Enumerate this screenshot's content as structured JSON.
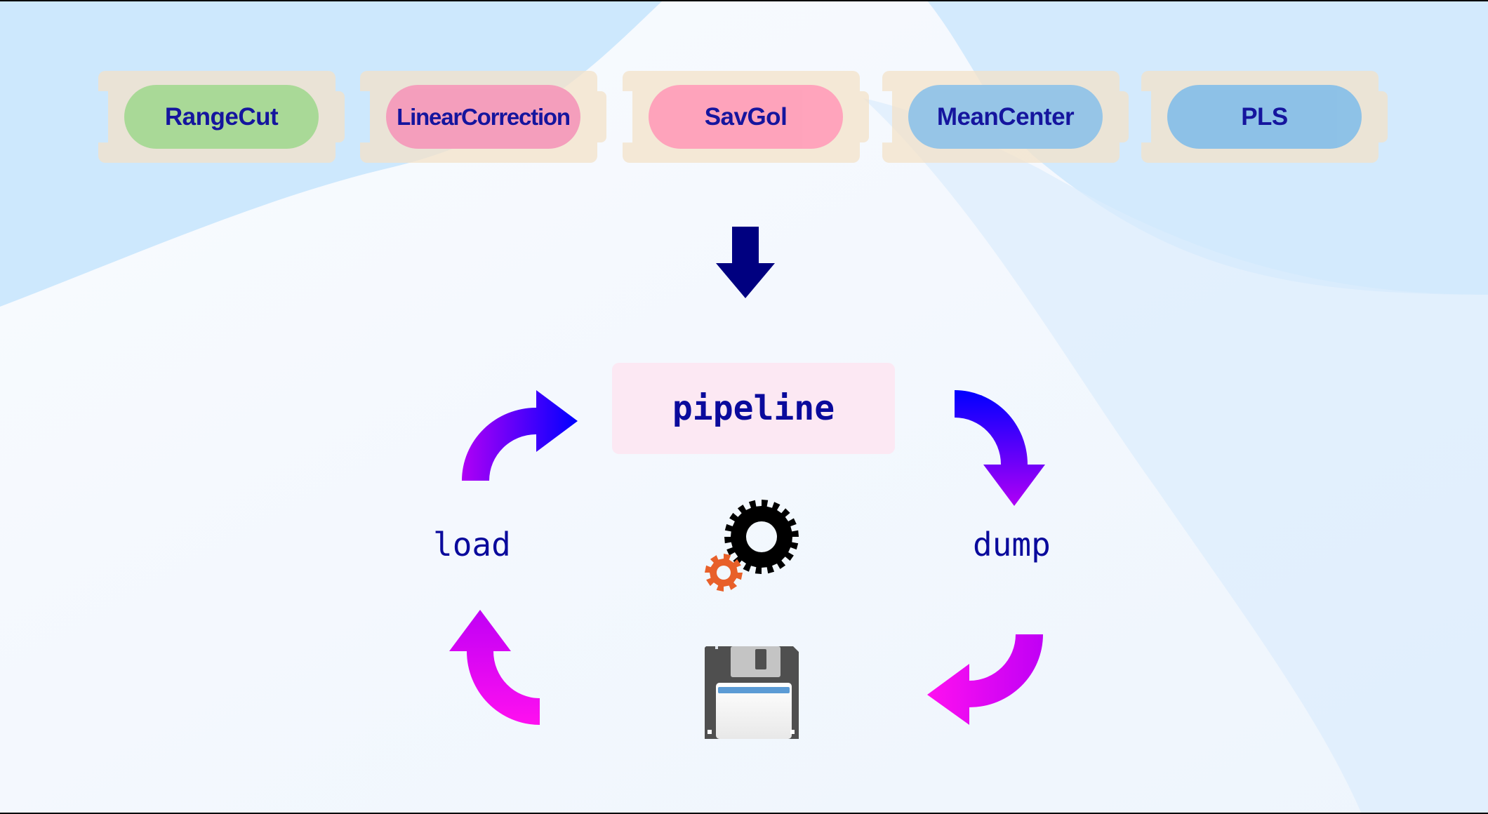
{
  "blocks": [
    {
      "label": "RangeCut",
      "pill_color": "#a6d994"
    },
    {
      "label": "LinearCorrection",
      "pill_color": "#f59bbb"
    },
    {
      "label": "SavGol",
      "pill_color": "#ffa0ba"
    },
    {
      "label": "MeanCenter",
      "pill_color": "#92c4e8"
    },
    {
      "label": "PLS",
      "pill_color": "#89c0e8"
    }
  ],
  "block_bg_color": "#f3e2c8",
  "pipeline": {
    "label": "pipeline"
  },
  "operations": {
    "load": "load",
    "dump": "dump"
  },
  "icons": [
    "down-arrow-icon",
    "gears-icon",
    "floppy-disk-icon",
    "curved-arrow-icon"
  ],
  "colors": {
    "text": "#0a0a9c",
    "down_arrow": "#000080",
    "arrow_gradient_start": "#0000ff",
    "arrow_gradient_end": "#ff00ff",
    "gear_large": "#000000",
    "gear_small": "#e8602a",
    "background_wave": "#cde8fd"
  }
}
